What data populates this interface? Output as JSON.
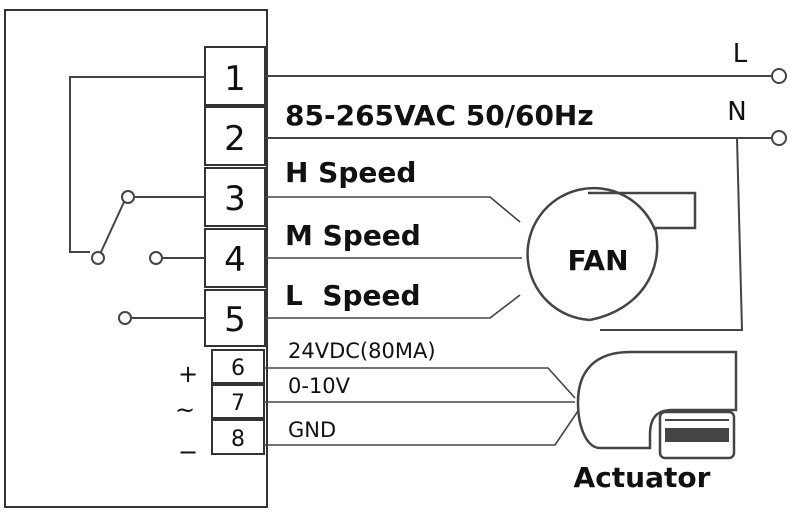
{
  "supply": {
    "line_label": "L",
    "neutral_label": "N",
    "voltage": "85-265VAC 50/60Hz"
  },
  "terminals": [
    "1",
    "2",
    "3",
    "4",
    "5",
    "6",
    "7",
    "8"
  ],
  "fan": {
    "label": "FAN",
    "speeds": [
      "H Speed",
      "M Speed",
      "L  Speed"
    ]
  },
  "actuator": {
    "label": "Actuator",
    "signals": [
      "24VDC(80MA)",
      "0-10V",
      "GND"
    ],
    "polarity": [
      "+",
      "~",
      "−"
    ]
  }
}
